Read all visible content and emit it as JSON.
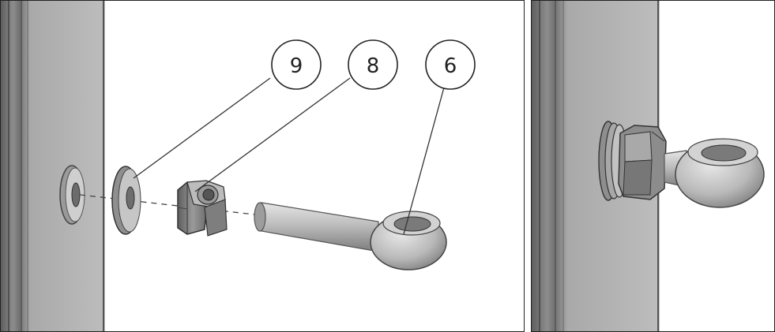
{
  "balloons": [
    {
      "number": "9",
      "part": "washer"
    },
    {
      "number": "8",
      "part": "hex-nut"
    },
    {
      "number": "6",
      "part": "eye-bolt"
    }
  ],
  "colors": {
    "post_face": "#b8b8b8",
    "post_edge": "#8a8a8a",
    "post_dark": "#6e6e6e",
    "part_metal": "#b5b5b5",
    "leader": "#333333"
  }
}
